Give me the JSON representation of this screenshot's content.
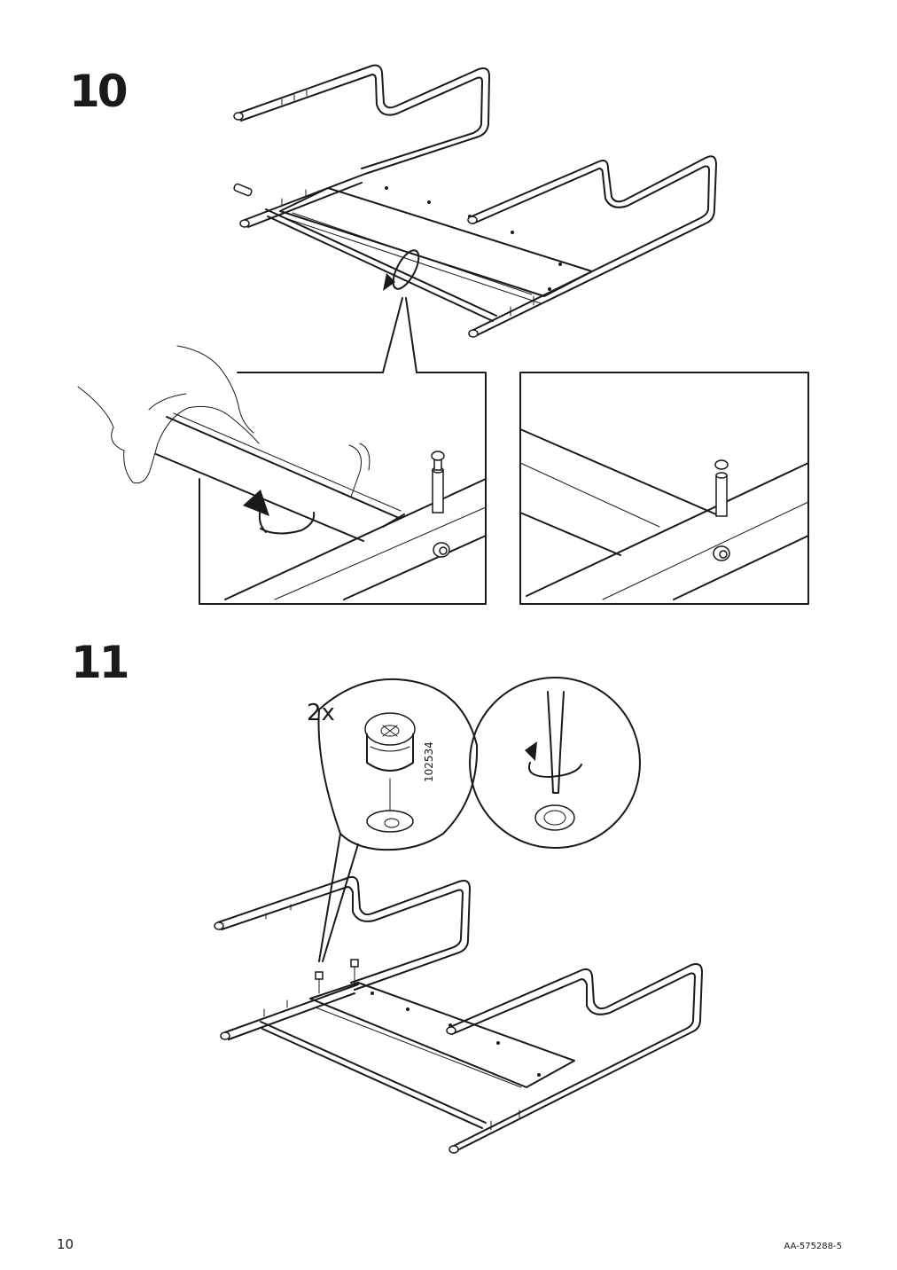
{
  "steps": [
    {
      "number": "10"
    },
    {
      "number": "11",
      "callout": {
        "quantity": "2x",
        "part_number": "102534"
      }
    }
  ],
  "footer": {
    "page_number": "10",
    "document_code": "AA-575288-5"
  }
}
